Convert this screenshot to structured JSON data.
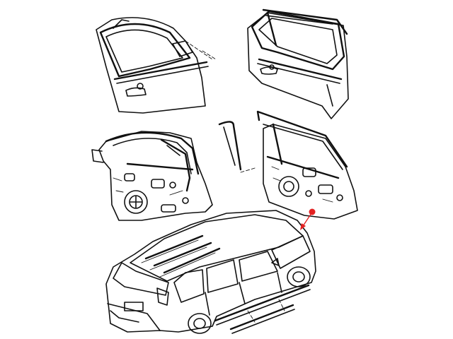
{
  "diagram": {
    "kind": "exploded-parts-diagram",
    "panels": [
      {
        "id": "front-door-outer",
        "position": "top-left"
      },
      {
        "id": "rear-door-outer",
        "position": "top-right"
      },
      {
        "id": "front-door-inner",
        "position": "middle-left"
      },
      {
        "id": "rear-door-inner",
        "position": "middle-right"
      },
      {
        "id": "vehicle",
        "position": "bottom"
      }
    ],
    "callout": {
      "color": "#e32222",
      "from": "rear-door-inner",
      "to": "vehicle"
    },
    "colors": {
      "line": "#111111",
      "background": "#ffffff"
    }
  }
}
